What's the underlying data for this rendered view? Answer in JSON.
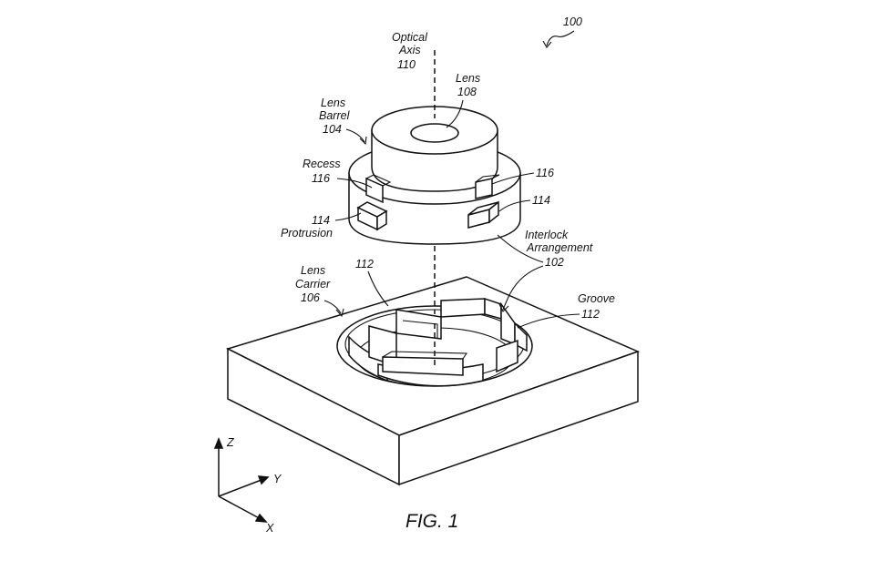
{
  "figure_number": "100",
  "caption": "FIG. 1",
  "labels": {
    "optical_axis": [
      "Optical",
      "Axis",
      "110"
    ],
    "lens": [
      "Lens",
      "108"
    ],
    "lens_barrel": [
      "Lens",
      "Barrel",
      "104"
    ],
    "recess": [
      "Recess",
      "116"
    ],
    "recess_right": "116",
    "protrusion_right": "114",
    "protrusion": [
      "114",
      "Protrusion"
    ],
    "interlock": [
      "Interlock",
      "Arrangement",
      "102"
    ],
    "groove_left": "112",
    "lens_carrier": [
      "Lens",
      "Carrier",
      "106"
    ],
    "groove": [
      "Groove",
      "112"
    ]
  },
  "axes": {
    "z": "Z",
    "y": "Y",
    "x": "X"
  }
}
